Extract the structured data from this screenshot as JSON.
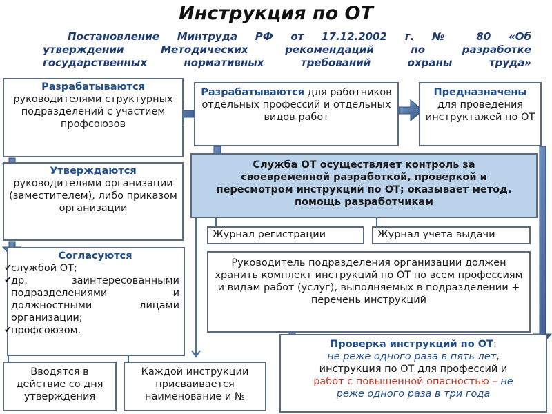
{
  "title": "Инструкция по ОТ",
  "decree": {
    "line1": "Постановление Минтруда РФ от 17.12.2002 г. № 80 «Об",
    "line2": "утверждении Методических рекомендаций по разработке",
    "line3": "государственных нормативных требований охраны труда»"
  },
  "box_developed_for": {
    "head": "Разрабатываются",
    "tail": " для работников отдельных профессий и отдельных видов работ"
  },
  "box_developed_by": {
    "head": "Разрабатываются",
    "body": "руководителями структурных подразделений с участием профсоюзов"
  },
  "box_purpose": {
    "head": "Предназначены",
    "body": "для проведения инструктажей по ОТ"
  },
  "box_approved": {
    "head": "Утверждаются",
    "body": "руководителями организации (заместителем), либо приказом организации"
  },
  "box_service": {
    "text": "Служба ОТ осуществляет контроль за своевременной разработкой, проверкой и пересмотром инструкций по ОТ; оказывает метод. помощь разработчикам"
  },
  "journal_registration": "Журнал регистрации",
  "journal_issue": "Журнал учета выдачи",
  "box_head_keeps": {
    "text": "Руководитель подразделения организации должен хранить комплект инструкций по ОТ по всем профессиям и видам работ (услуг), выполняемых в подразделении + перечень инструкций"
  },
  "box_agreed": {
    "head": "Согласуются",
    "items": [
      "службой ОТ;",
      "др. заинтересованными подразделениями и должностными лицами организации;",
      "профсоюзом."
    ]
  },
  "box_check": {
    "head": "Проверка инструкций по ОТ",
    "colon": ":",
    "line2": "не реже одного раза в пять лет",
    "line2_tail": ",",
    "line3": "инструкция по ОТ для профессий и",
    "line4_red": "работ с повышенной опасностью",
    "line4_dash": " – ",
    "line4_tail": "не",
    "line5": "реже одного раза в три года"
  },
  "box_effect": {
    "text": "Вводятся в действие со дня утверждения"
  },
  "box_name": {
    "text": "Каждой инструкции присваивается наименование и №"
  },
  "colors": {
    "arrow": "#4a6fa5",
    "arrow_dark": "#2f4f7f",
    "border": "#5a6a80",
    "service_fill": "#bcd3ec",
    "heading_blue": "#1f4e8c",
    "decree_blue": "#1f3b70",
    "red": "#c0392b"
  }
}
